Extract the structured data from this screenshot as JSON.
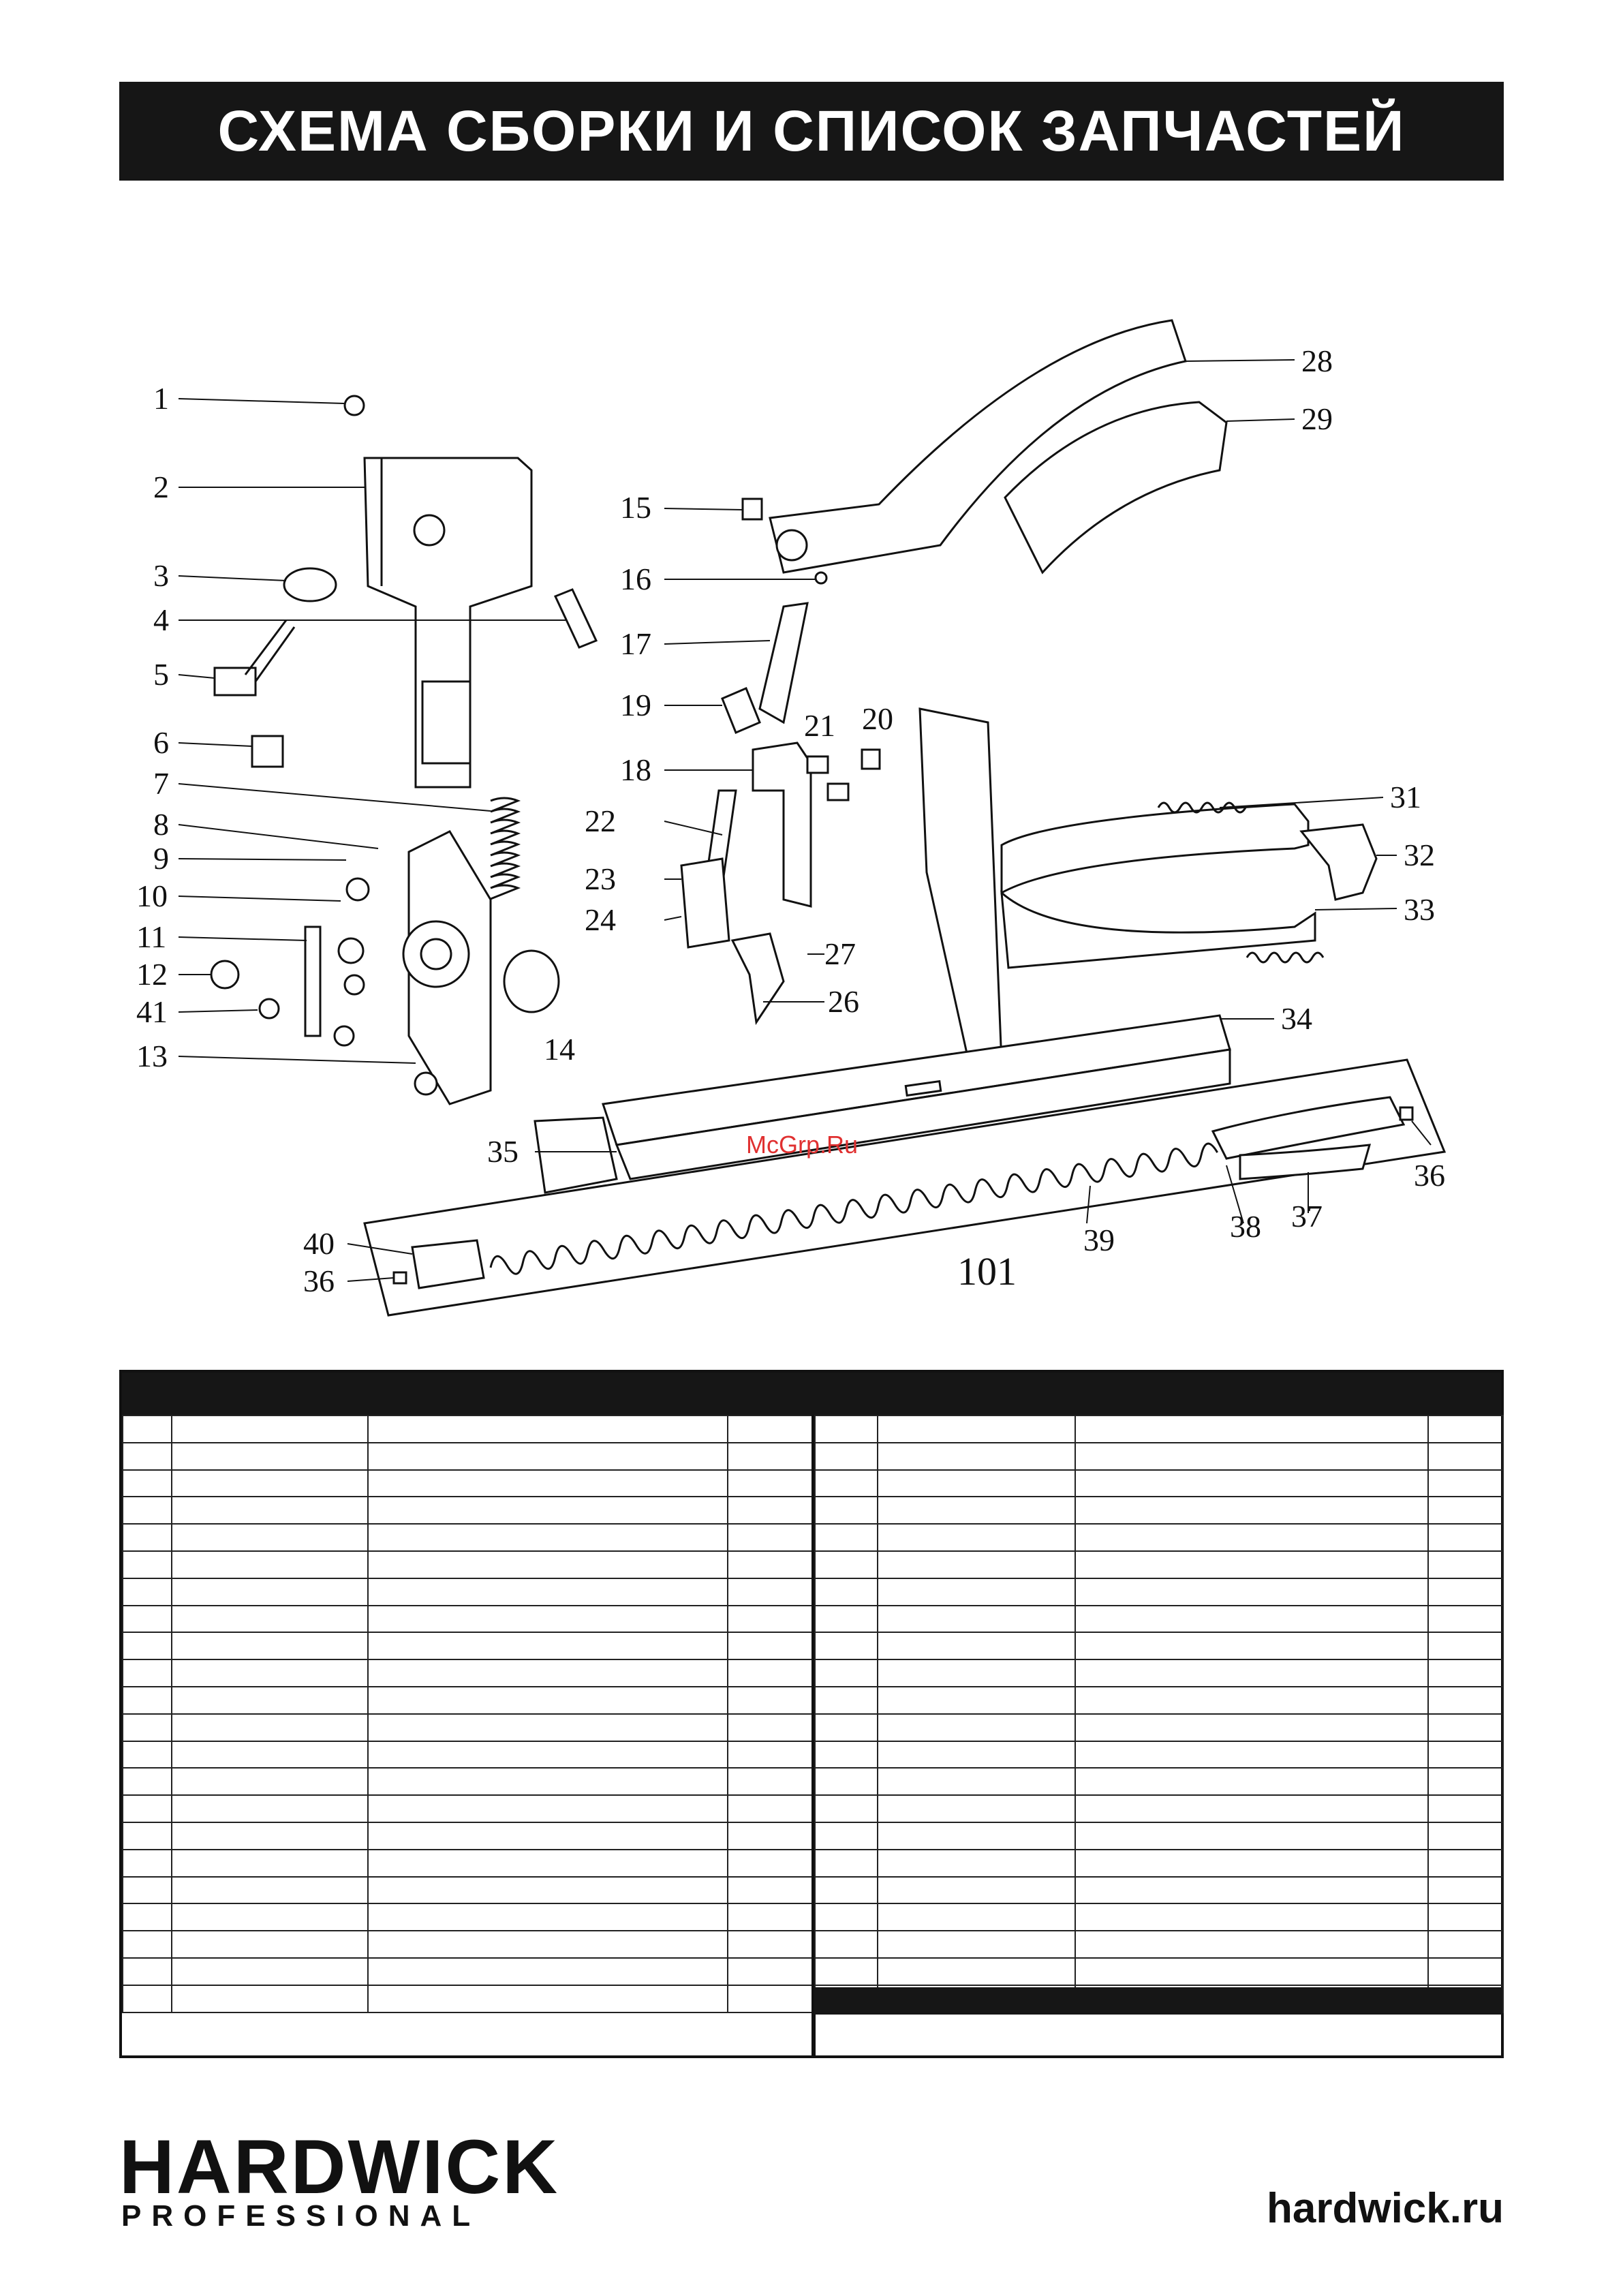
{
  "header": {
    "title": "СХЕМА СБОРКИ И СПИСОК ЗАПЧАСТЕЙ"
  },
  "diagram": {
    "labels": [
      "1",
      "2",
      "3",
      "4",
      "5",
      "6",
      "7",
      "8",
      "9",
      "10",
      "11",
      "12",
      "41",
      "13",
      "14",
      "15",
      "16",
      "17",
      "19",
      "18",
      "21",
      "20",
      "22",
      "23",
      "24",
      "27",
      "26",
      "28",
      "29",
      "31",
      "32",
      "33",
      "34",
      "35",
      "36",
      "40",
      "36",
      "39",
      "38",
      "37",
      "101"
    ],
    "watermark": "McGrp.Ru"
  },
  "parts_table": {
    "left_rows": 22,
    "right_rows": 22
  },
  "footer": {
    "brand": "HARDWICK",
    "brand_sub": "PROFESSIONAL",
    "website": "hardwick.ru"
  }
}
